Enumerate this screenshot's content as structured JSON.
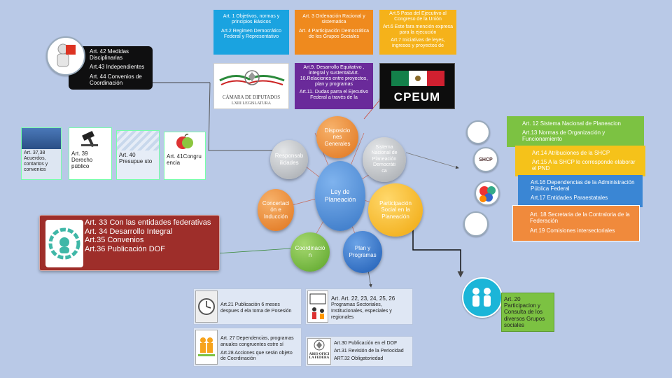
{
  "center": {
    "label": "Ley de\nPlaneación",
    "color": "#4a86d0"
  },
  "nodes": {
    "disposiciones": {
      "label": "Disposicio\nnes\nGenerales",
      "color": "#e8862b"
    },
    "sistema": {
      "label": "Sistema\nNacional de\nPlaneación\nDemocráti\nca",
      "color": "#b9bcc0"
    },
    "participacion": {
      "label": "Participación\nSocial en la\nPlaneación",
      "color": "#f4b51c"
    },
    "plan": {
      "label": "Plan y\nProgramas",
      "color": "#2f6fc8"
    },
    "coordinacion": {
      "label": "Coordinació\nn",
      "color": "#6fb73a"
    },
    "concertacion": {
      "label": "Concertaci\nón e\nInducción",
      "color": "#e8862b"
    },
    "responsabilidades": {
      "label": "Responsab\nilidades",
      "color": "#b9bcc0"
    }
  },
  "top_boxes": {
    "blue": {
      "items": [
        "Art. 1 Objetivos, normas y principios Básicos",
        "Art.2 Regimen Democrático Federal y Representativo"
      ],
      "color": "#1aa3e0"
    },
    "orange": {
      "items": [
        "Art. 3 Ordenación Racional y sistematica",
        "Art. 4 Participación Democrática de los Grupos Sociales"
      ],
      "color": "#ef8a1e"
    },
    "yellow": {
      "items": [
        "Art.5 Pasa del Ejecutivo al Congreso de la Unión",
        "Art.6 Este fara mención expresa para la ejecución",
        "Art.7 Iniciativas de leyes, ingresos y proyectos de"
      ],
      "color": "#f5b21a"
    },
    "purple": {
      "items": [
        "Art.9. Desarrollo Equitativo , integral y sustentabArt. 10.Relaciones entre proyectos, plan y programas",
        "Art.11. Dudas parra el Ejecutivo Federal a través de la"
      ],
      "color": "#6a2a9a"
    }
  },
  "logos": {
    "camara": {
      "line1": "CÁMARA DE DIPUTADOS",
      "line2": "LXIII LEGISLATURA"
    },
    "cpeum": {
      "text": "CPEUM"
    }
  },
  "black_box": {
    "items": [
      "Art. 42 Medidas Disciplinarias",
      "Art.43 Independientes",
      "Art. 44 Convenios de Coordinación"
    ]
  },
  "left_tiles": [
    {
      "label": "Art. 37,38 Acuerdos, contartos y convenios"
    },
    {
      "label": "Art. 39 Derecho público"
    },
    {
      "label": "Art. 40 Presupue sto"
    },
    {
      "label": "Art. 41Congru encia"
    }
  ],
  "red_box": {
    "items": [
      "Art. 33 Con las entidades federativas",
      "Art. 34 Desarrollo Integral",
      "Art.35 Convenios",
      "Art.36 Publicación DOF"
    ]
  },
  "right_boxes": {
    "green": {
      "items": [
        "Art. 12 Sistema Nacional de Planeacion",
        "Art.13 Normas de Organización y Funcionamiento"
      ],
      "color": "#7cc242"
    },
    "yellow": {
      "items": [
        "Art.14 Atribuciones de la SHCP",
        "Art.15 A la SHCP le corresponde elaborar el PND"
      ],
      "color": "#f5c21a"
    },
    "blue": {
      "items": [
        "Art.16 Dependencias de la Administración Pública Federal",
        "Art.17 Entidades Paraestatales"
      ],
      "color": "#3a86d4"
    },
    "orange": {
      "items": [
        "Art. 18 Secretaria de la Contraloria de la Federación",
        "Art.19 Comisiones intersectoriales"
      ],
      "color": "#f08a3c"
    }
  },
  "shcp_label": "SHCP",
  "art20": {
    "text": "Art. 20 Participacion y Consulta de los diversos Grupos sociales",
    "color": "#7cc242"
  },
  "bottom_cards": [
    {
      "text": [
        "Art.21 Publicación 6 meses despues d ela toma de Posesión"
      ]
    },
    {
      "text": [
        "Art. Art. 22, 23, 24, 25, 26",
        "Programas Sectoriales, Institucionales, especiales y regionales"
      ]
    },
    {
      "text": [
        "Art. 27 Dependencias, programas anuales congruentes estre sí",
        "Art.28 Acciones que serán objeto de Cocrdinación"
      ]
    },
    {
      "text": [
        "Art.30 Publicación en el DOF",
        "Art.31 Revisión de la Periocidad",
        "ART.32 Obligatoriedad"
      ]
    }
  ],
  "dof_logo": {
    "line1": "ARIO OFICI",
    "line2": "LA FEDERA"
  }
}
